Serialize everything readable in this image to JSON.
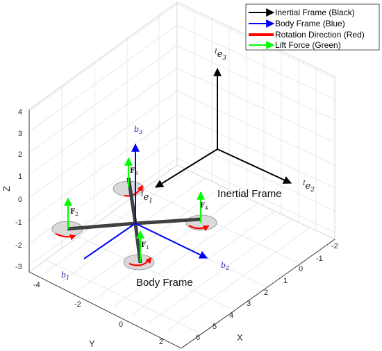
{
  "axes": {
    "z_label": "Z",
    "y_label": "Y",
    "x_label": "X",
    "z_ticks": [
      "4",
      "3",
      "2",
      "1",
      "0",
      "-1",
      "-2",
      "-3"
    ],
    "y_ticks": [
      "-4",
      "-2",
      "0",
      "2"
    ],
    "x_ticks": [
      "-2",
      "-1",
      "0",
      "1",
      "2",
      "3",
      "4",
      "5",
      "6"
    ]
  },
  "legend": {
    "items": [
      {
        "label": "Inertial Frame (Black)",
        "color": "#000000"
      },
      {
        "label": "Body Frame (Blue)",
        "color": "#0000ff"
      },
      {
        "label": "Rotation Direction (Red)",
        "color": "#ff0000"
      },
      {
        "label": "Lift Force (Green)",
        "color": "#00ff00"
      }
    ]
  },
  "inertial_frame": {
    "label": "Inertial Frame",
    "e1": {
      "pre": "I",
      "base": "e",
      "sub": "1"
    },
    "e2": {
      "pre": "I",
      "base": "e",
      "sub": "2"
    },
    "e3": {
      "pre": "I",
      "base": "e",
      "sub": "3"
    }
  },
  "body_frame": {
    "label": "Body Frame",
    "b1": {
      "base": "b",
      "sub": "1"
    },
    "b2": {
      "base": "b",
      "sub": "2"
    },
    "b3": {
      "base": "b",
      "sub": "3"
    }
  },
  "forces": {
    "f1": {
      "base": "F",
      "sub": "1"
    },
    "f2": {
      "base": "F",
      "sub": "2"
    },
    "f3": {
      "base": "F",
      "sub": "3"
    },
    "f4": {
      "base": "F",
      "sub": "4"
    }
  },
  "colors": {
    "inertial": "#000000",
    "body": "#0000ff",
    "rotation": "#ff0000",
    "lift": "#00ff00",
    "arm": "#404040",
    "rotor_disk": "#d9d9d9",
    "grid": "#e3e3e3",
    "box": "#262626"
  }
}
